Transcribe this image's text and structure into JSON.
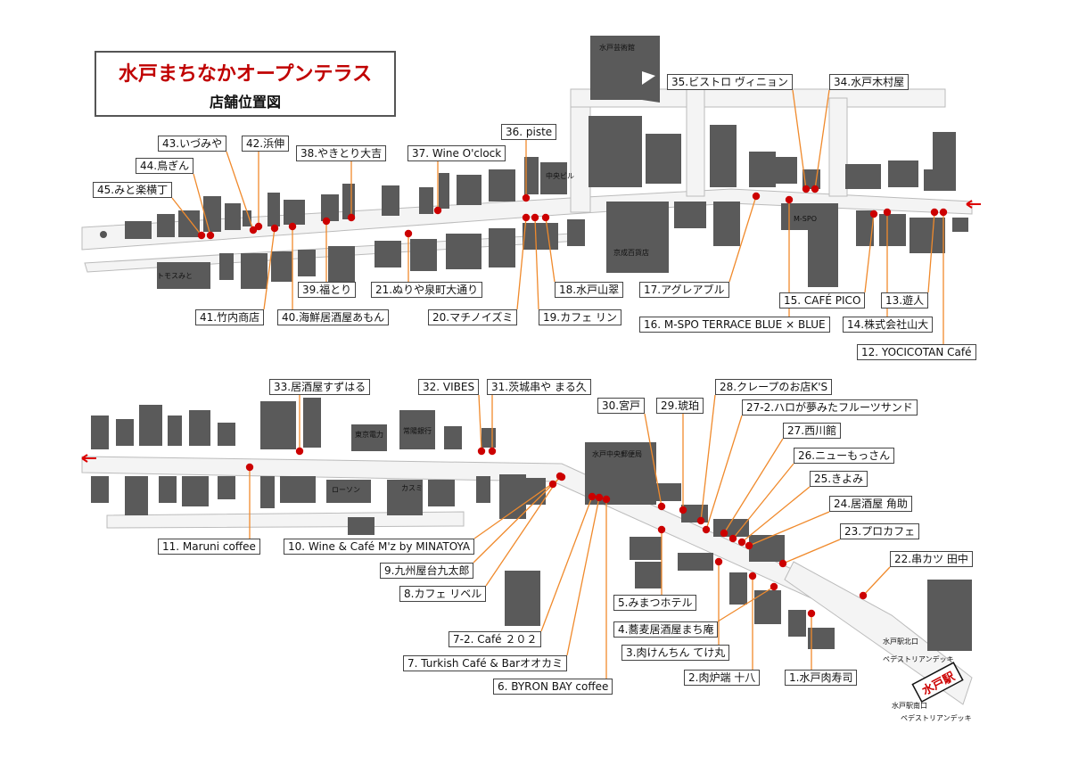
{
  "title": "水戸まちなかオープンテラス",
  "subtitle": "店舗位置図",
  "colors": {
    "building": "#555555",
    "road": "#f2f2f2",
    "pin": "#cc0000",
    "leader": "#f08a2c",
    "arrow": "#dd0000"
  },
  "landmarks": [
    {
      "id": "lm-mito-kyoiku",
      "text": "水戸芸術館"
    },
    {
      "id": "lm-chuo-building",
      "text": "中央ビル"
    },
    {
      "id": "lm-keisei",
      "text": "京成百貨店"
    },
    {
      "id": "lm-mspo",
      "text": "M-SPO"
    },
    {
      "id": "lm-tori",
      "text": "トモスみと"
    },
    {
      "id": "lm-sangyo",
      "text": "常陽銀行"
    },
    {
      "id": "lm-tokyo-denryoku",
      "text": "東京電力"
    },
    {
      "id": "lm-lawson",
      "text": "ローソン"
    },
    {
      "id": "lm-kasumi",
      "text": "カスミ"
    },
    {
      "id": "lm-post",
      "text": "水戸中央郵便局"
    },
    {
      "id": "lm-kitaguchi",
      "text": "水戸駅北口"
    },
    {
      "id": "lm-deck1",
      "text": "ペデストリアンデッキ"
    },
    {
      "id": "lm-minamiguchi",
      "text": "水戸駅南口"
    },
    {
      "id": "lm-deck2",
      "text": "ペデストリアンデッキ"
    }
  ],
  "station": "水戸駅",
  "shops": [
    {
      "id": "s1",
      "label": "1.水戸肉寿司"
    },
    {
      "id": "s2",
      "label": "2.肉炉端 十八"
    },
    {
      "id": "s3",
      "label": "3.肉けんちん てけ丸"
    },
    {
      "id": "s4",
      "label": "4.蕎麦居酒屋まち庵"
    },
    {
      "id": "s5",
      "label": "5.みまつホテル"
    },
    {
      "id": "s6",
      "label": "6. BYRON BAY coffee"
    },
    {
      "id": "s7",
      "label": "7. Turkish Café & Barオオカミ"
    },
    {
      "id": "s72",
      "label": "7-2. Café ２０２"
    },
    {
      "id": "s8",
      "label": "8.カフェ リベル"
    },
    {
      "id": "s9",
      "label": "9.九州屋台九太郎"
    },
    {
      "id": "s10",
      "label": "10. Wine & Café M'z by MINATOYA"
    },
    {
      "id": "s11",
      "label": "11. Maruni coffee"
    },
    {
      "id": "s12",
      "label": "12. YOCICOTAN Café"
    },
    {
      "id": "s13",
      "label": "13.遊人"
    },
    {
      "id": "s14",
      "label": "14.株式会社山大"
    },
    {
      "id": "s15",
      "label": "15. CAFÉ PICO"
    },
    {
      "id": "s16",
      "label": "16. M-SPO TERRACE BLUE × BLUE"
    },
    {
      "id": "s17",
      "label": "17.アグレアブル"
    },
    {
      "id": "s18",
      "label": "18.水戸山翠"
    },
    {
      "id": "s19",
      "label": "19.カフェ リン"
    },
    {
      "id": "s20",
      "label": "20.マチノイズミ"
    },
    {
      "id": "s21",
      "label": "21.ぬりや泉町大通り"
    },
    {
      "id": "s22",
      "label": "22.串カツ 田中"
    },
    {
      "id": "s23",
      "label": "23.プロカフェ"
    },
    {
      "id": "s24",
      "label": "24.居酒屋 角助"
    },
    {
      "id": "s25",
      "label": "25.きよみ"
    },
    {
      "id": "s26",
      "label": "26.ニューもっさん"
    },
    {
      "id": "s27",
      "label": "27.西川館"
    },
    {
      "id": "s272",
      "label": "27-2.ハロが夢みたフルーツサンド"
    },
    {
      "id": "s28",
      "label": "28.クレープのお店K'S"
    },
    {
      "id": "s29",
      "label": "29.琥珀"
    },
    {
      "id": "s30",
      "label": "30.宮戸"
    },
    {
      "id": "s31",
      "label": "31.茨城串や まる久"
    },
    {
      "id": "s32",
      "label": "32. VIBES"
    },
    {
      "id": "s33",
      "label": "33.居酒屋すずはる"
    },
    {
      "id": "s34",
      "label": "34.水戸木村屋"
    },
    {
      "id": "s35",
      "label": "35.ビストロ ヴィニョン"
    },
    {
      "id": "s36",
      "label": "36. piste"
    },
    {
      "id": "s37",
      "label": "37. Wine O'clock"
    },
    {
      "id": "s38",
      "label": "38.やきとり大吉"
    },
    {
      "id": "s39",
      "label": "39.福とり"
    },
    {
      "id": "s40",
      "label": "40.海鮮居酒屋あもん"
    },
    {
      "id": "s41",
      "label": "41.竹内商店"
    },
    {
      "id": "s42",
      "label": "42.浜伸"
    },
    {
      "id": "s43",
      "label": "43.いづみや"
    },
    {
      "id": "s44",
      "label": "44.鳥ぎん"
    },
    {
      "id": "s45",
      "label": "45.みと楽横丁"
    }
  ]
}
